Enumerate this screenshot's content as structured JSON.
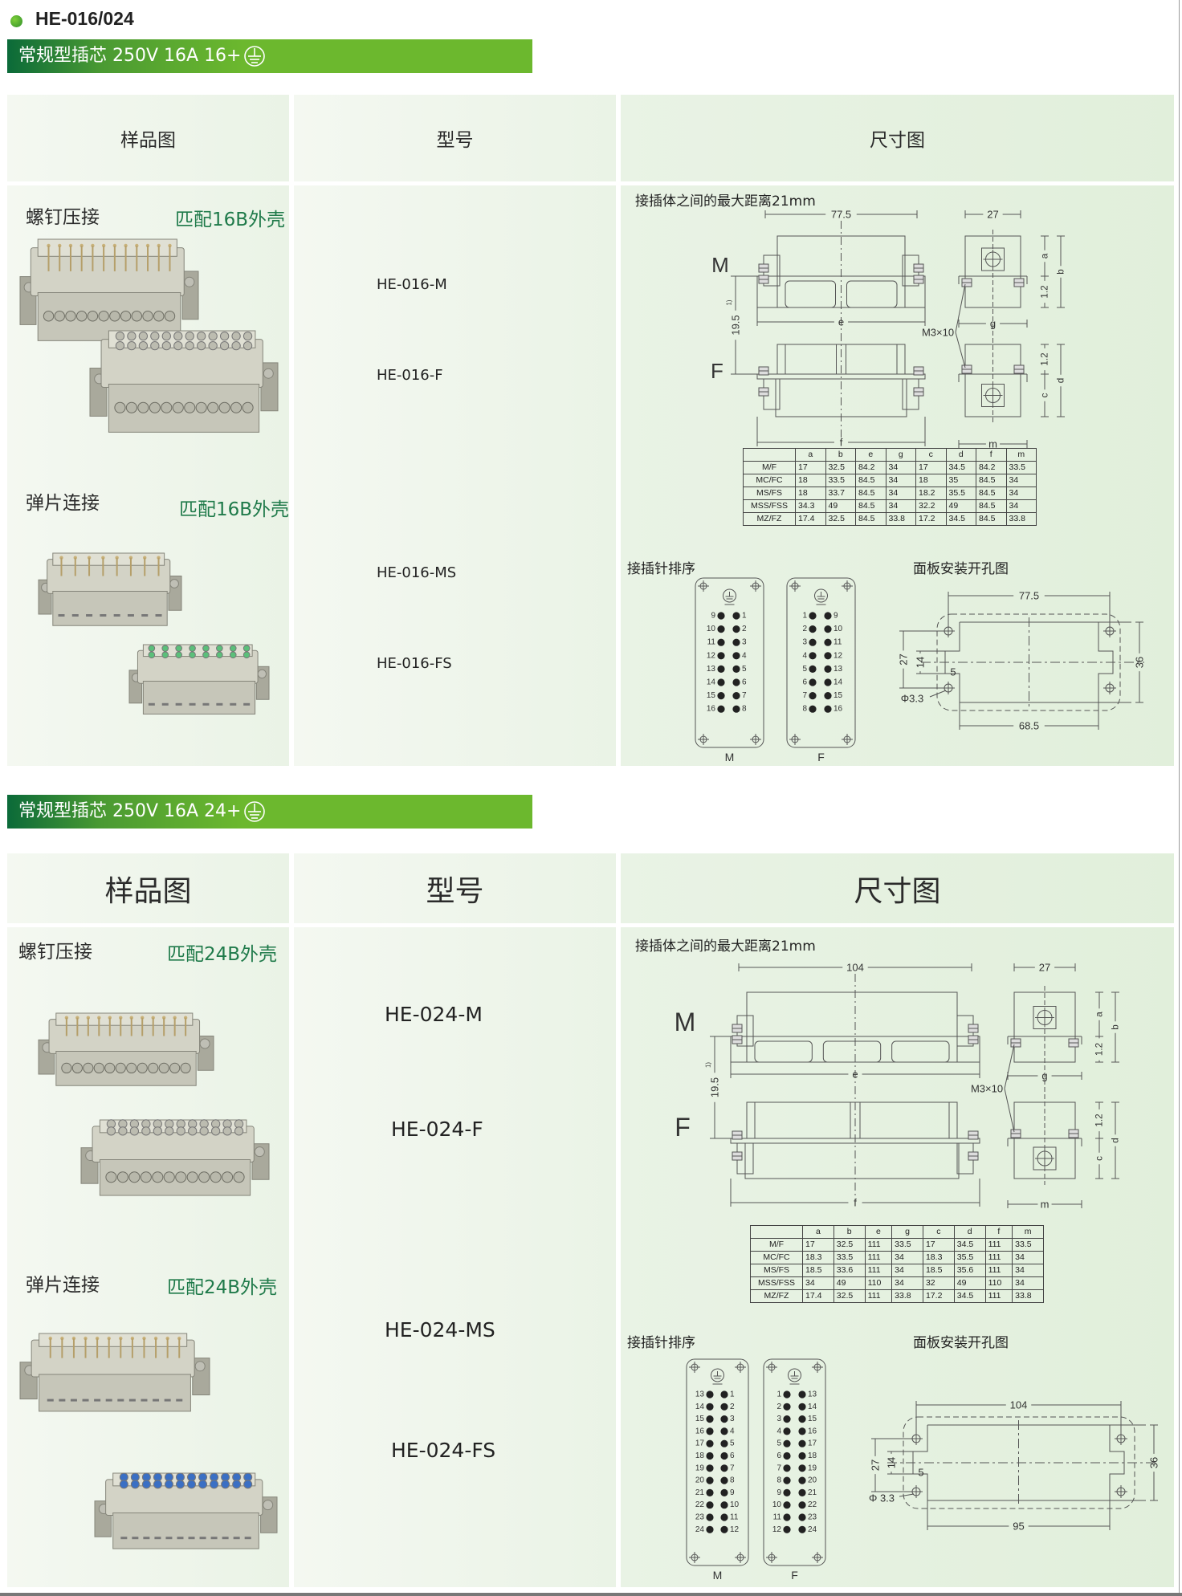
{
  "page": {
    "title": "HE-016/024"
  },
  "colors": {
    "accent_green": "#6cb82e",
    "dark_green": "#0b6a39",
    "match_text": "#1f7a4a",
    "fs_insert_16": "#5bbf7a",
    "fs_insert_24": "#3a6fc4"
  },
  "sections": [
    {
      "banner": "常规型插芯 250V 16A 16+",
      "banner_icon": "ground-circle-icon",
      "headers": [
        "样品图",
        "型号",
        "尺寸图"
      ],
      "screw_label": "螺钉压接",
      "screw_match": "匹配16B外壳",
      "spring_label": "弹片连接",
      "spring_match": "匹配16B外壳",
      "models": [
        "HE-016-M",
        "HE-016-F",
        "HE-016-MS",
        "HE-016-FS"
      ],
      "note": "接插体之间的最大距离21mm",
      "drawing": {
        "M": "M",
        "F": "F",
        "width": "77.5",
        "end_width": "27",
        "e": "e",
        "f": "f",
        "g": "g",
        "m": "m",
        "a": "a",
        "b": "b",
        "c": "c",
        "d": "d",
        "gap": "1.2",
        "distance": "19.5",
        "distance_note": "1)",
        "screw": "M3×10"
      },
      "table": {
        "columns": [
          "",
          "a",
          "b",
          "e",
          "g",
          "c",
          "d",
          "f",
          "m"
        ],
        "rows": [
          [
            "M/F",
            "17",
            "32.5",
            "84.2",
            "34",
            "17",
            "34.5",
            "84.2",
            "33.5"
          ],
          [
            "MC/FC",
            "18",
            "33.5",
            "84.5",
            "34",
            "18",
            "35",
            "84.5",
            "34"
          ],
          [
            "MS/FS",
            "18",
            "33.7",
            "84.5",
            "34",
            "18.2",
            "35.5",
            "84.5",
            "34"
          ],
          [
            "MSS/FSS",
            "34.3",
            "49",
            "84.5",
            "34",
            "32.2",
            "49",
            "84.5",
            "34"
          ],
          [
            "MZ/FZ",
            "17.4",
            "32.5",
            "84.5",
            "33.8",
            "17.2",
            "34.5",
            "84.5",
            "33.8"
          ]
        ]
      },
      "pins_title": "接插针排序",
      "cutout_title": "面板安装开孔图",
      "pins": {
        "M": {
          "label": "M",
          "left": [
            "9",
            "10",
            "11",
            "12",
            "13",
            "14",
            "15",
            "16"
          ],
          "right": [
            "1",
            "2",
            "3",
            "4",
            "5",
            "6",
            "7",
            "8"
          ]
        },
        "F": {
          "label": "F",
          "left": [
            "1",
            "2",
            "3",
            "4",
            "5",
            "6",
            "7",
            "8"
          ],
          "right": [
            "9",
            "10",
            "11",
            "12",
            "13",
            "14",
            "15",
            "16"
          ]
        }
      },
      "cutout": {
        "top": "77.5",
        "bottom": "68.5",
        "height": "36",
        "hole_span": "27",
        "inner": "14",
        "offset": "5",
        "hole": "Φ3.3"
      }
    },
    {
      "banner": "常规型插芯 250V 16A 24+",
      "banner_icon": "ground-circle-icon",
      "headers": [
        "样品图",
        "型号",
        "尺寸图"
      ],
      "screw_label": "螺钉压接",
      "screw_match": "匹配24B外壳",
      "spring_label": "弹片连接",
      "spring_match": "匹配24B外壳",
      "models": [
        "HE-024-M",
        "HE-024-F",
        "HE-024-MS",
        "HE-024-FS"
      ],
      "note": "接插体之间的最大距离21mm",
      "drawing": {
        "M": "M",
        "F": "F",
        "width": "104",
        "end_width": "27",
        "e": "e",
        "f": "f",
        "g": "g",
        "m": "m",
        "a": "a",
        "b": "b",
        "c": "c",
        "d": "d",
        "gap": "1.2",
        "distance": "19.5",
        "distance_note": "1)",
        "screw": "M3×10"
      },
      "table": {
        "columns": [
          "",
          "a",
          "b",
          "e",
          "g",
          "c",
          "d",
          "f",
          "m"
        ],
        "rows": [
          [
            "M/F",
            "17",
            "32.5",
            "111",
            "33.5",
            "17",
            "34.5",
            "111",
            "33.5"
          ],
          [
            "MC/FC",
            "18.3",
            "33.5",
            "111",
            "34",
            "18.3",
            "35.5",
            "111",
            "34"
          ],
          [
            "MS/FS",
            "18.5",
            "33.6",
            "111",
            "34",
            "18.5",
            "35.6",
            "111",
            "34"
          ],
          [
            "MSS/FSS",
            "34",
            "49",
            "110",
            "34",
            "32",
            "49",
            "110",
            "34"
          ],
          [
            "MZ/FZ",
            "17.4",
            "32.5",
            "111",
            "33.8",
            "17.2",
            "34.5",
            "111",
            "33.8"
          ]
        ]
      },
      "pins_title": "接插针排序",
      "cutout_title": "面板安装开孔图",
      "pins": {
        "M": {
          "label": "M",
          "left": [
            "13",
            "14",
            "15",
            "16",
            "17",
            "18",
            "19",
            "20",
            "21",
            "22",
            "23",
            "24"
          ],
          "right": [
            "1",
            "2",
            "3",
            "4",
            "5",
            "6",
            "7",
            "8",
            "9",
            "10",
            "11",
            "12"
          ]
        },
        "F": {
          "label": "F",
          "left": [
            "1",
            "2",
            "3",
            "4",
            "5",
            "6",
            "7",
            "8",
            "9",
            "10",
            "11",
            "12"
          ],
          "right": [
            "13",
            "14",
            "15",
            "16",
            "17",
            "18",
            "19",
            "20",
            "21",
            "22",
            "23",
            "24"
          ]
        }
      },
      "cutout": {
        "top": "104",
        "bottom": "95",
        "height": "36",
        "hole_span": "27",
        "inner": "14",
        "offset": "5",
        "hole": "Φ 3.3"
      }
    }
  ]
}
